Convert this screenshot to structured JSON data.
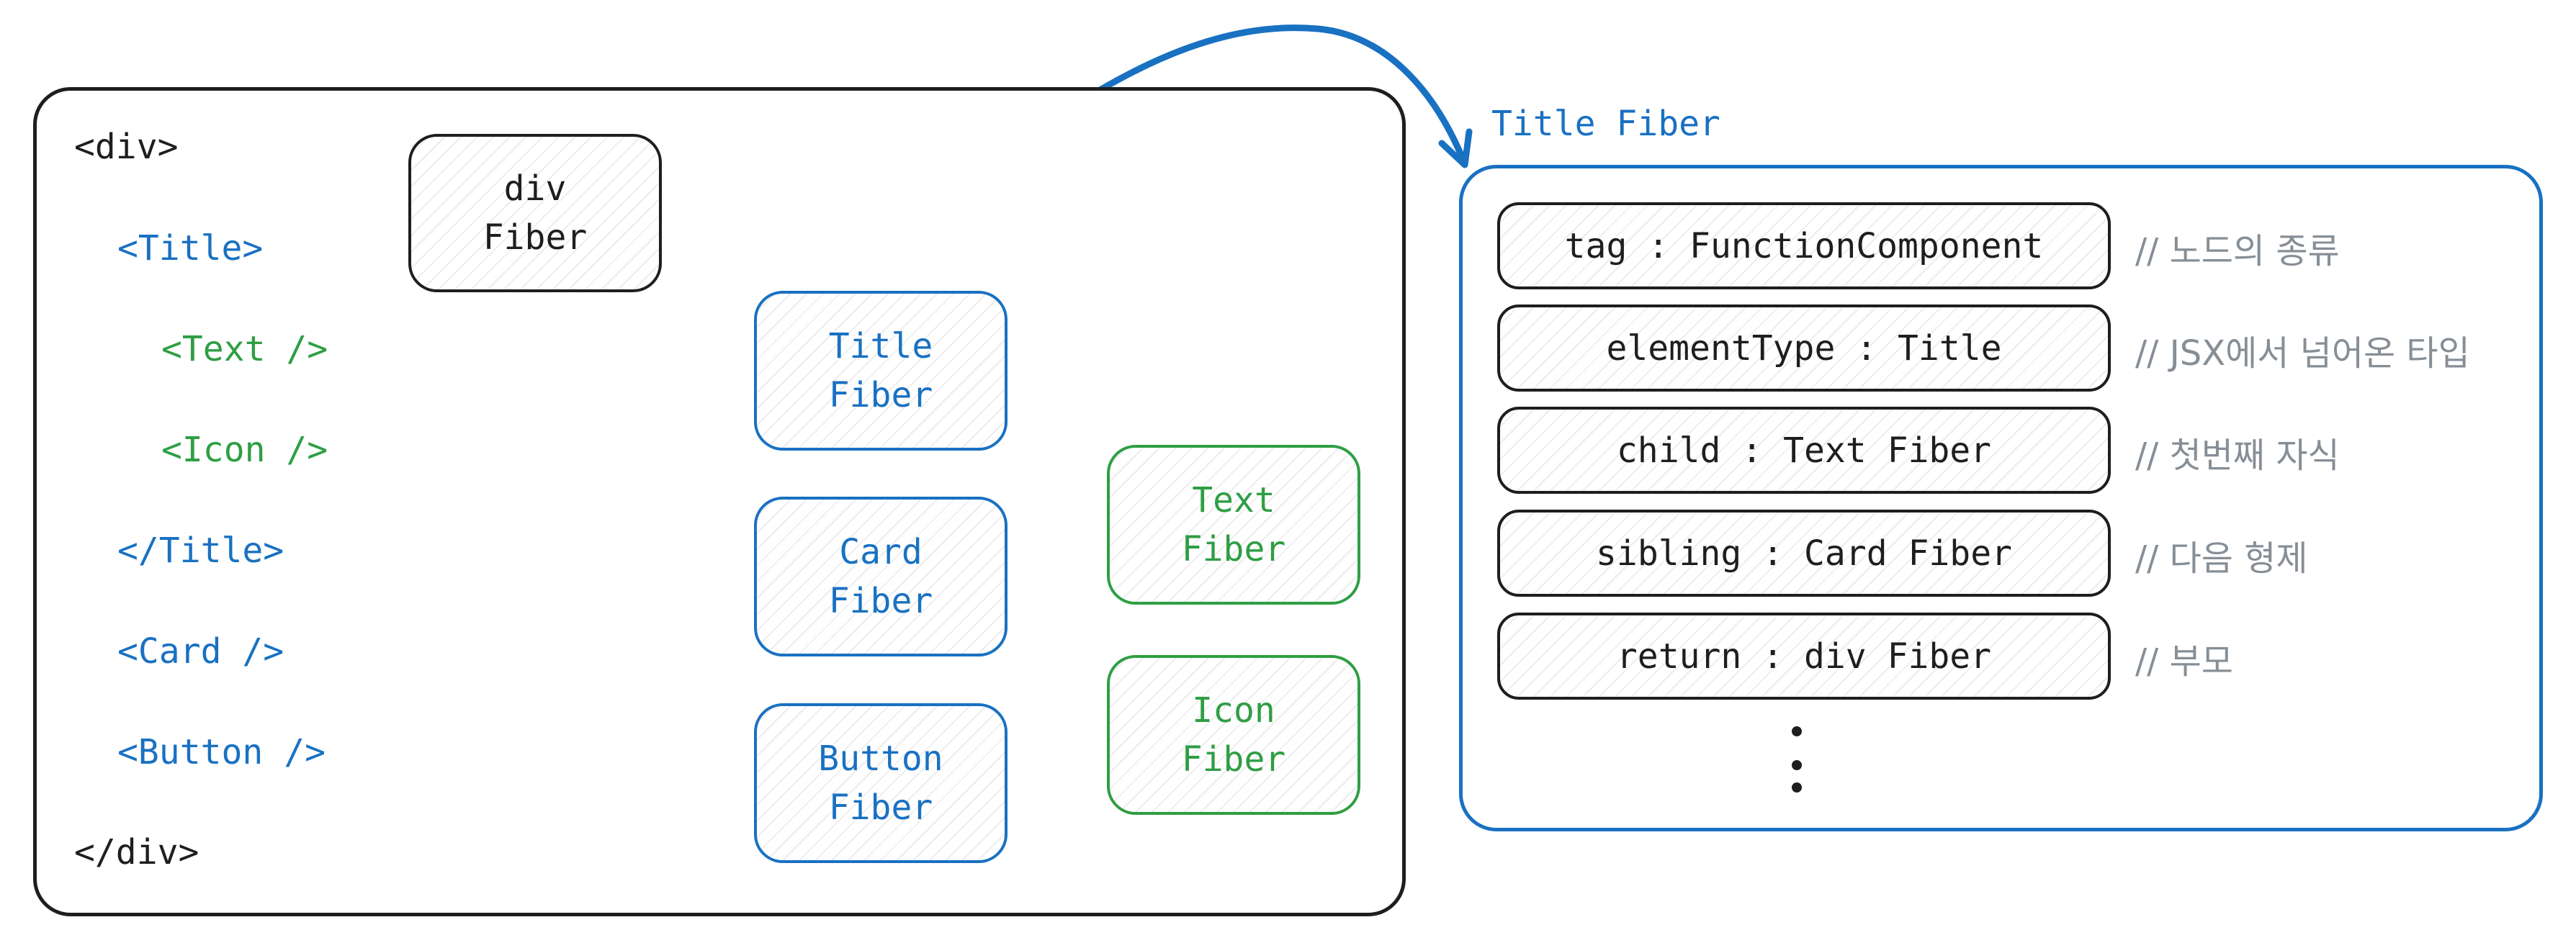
{
  "jsx_code": [
    {
      "text": "<div>",
      "color": "#1e1e1e"
    },
    {
      "text": "<Title>",
      "color": "#1971c2"
    },
    {
      "text": "<Text />",
      "color": "#2f9e44"
    },
    {
      "text": "<Icon />",
      "color": "#2f9e44"
    },
    {
      "text": "</Title>",
      "color": "#1971c2"
    },
    {
      "text": "<Card />",
      "color": "#1971c2"
    },
    {
      "text": "<Button />",
      "color": "#1971c2"
    },
    {
      "text": "</div>",
      "color": "#1e1e1e"
    }
  ],
  "fiber_tree": {
    "div": {
      "line1": "div",
      "line2": "Fiber"
    },
    "title": {
      "line1": "Title",
      "line2": "Fiber"
    },
    "card": {
      "line1": "Card",
      "line2": "Fiber"
    },
    "button": {
      "line1": "Button",
      "line2": "Fiber"
    },
    "text": {
      "line1": "Text",
      "line2": "Fiber"
    },
    "icon": {
      "line1": "Icon",
      "line2": "Fiber"
    }
  },
  "detail_panel": {
    "title": "Title Fiber",
    "fields": [
      {
        "label": "tag : FunctionComponent",
        "comment": "// 노드의 종류"
      },
      {
        "label": "elementType : Title",
        "comment": "// JSX에서 넘어온 타입"
      },
      {
        "label": "child : Text Fiber",
        "comment": "// 첫번째 자식"
      },
      {
        "label": "sibling : Card Fiber",
        "comment": "// 다음 형제"
      },
      {
        "label": "return : div Fiber",
        "comment": "// 부모"
      }
    ]
  },
  "colors": {
    "black": "#1e1e1e",
    "blue": "#1971c2",
    "green": "#2f9e44",
    "comment_gray": "#868e96"
  }
}
